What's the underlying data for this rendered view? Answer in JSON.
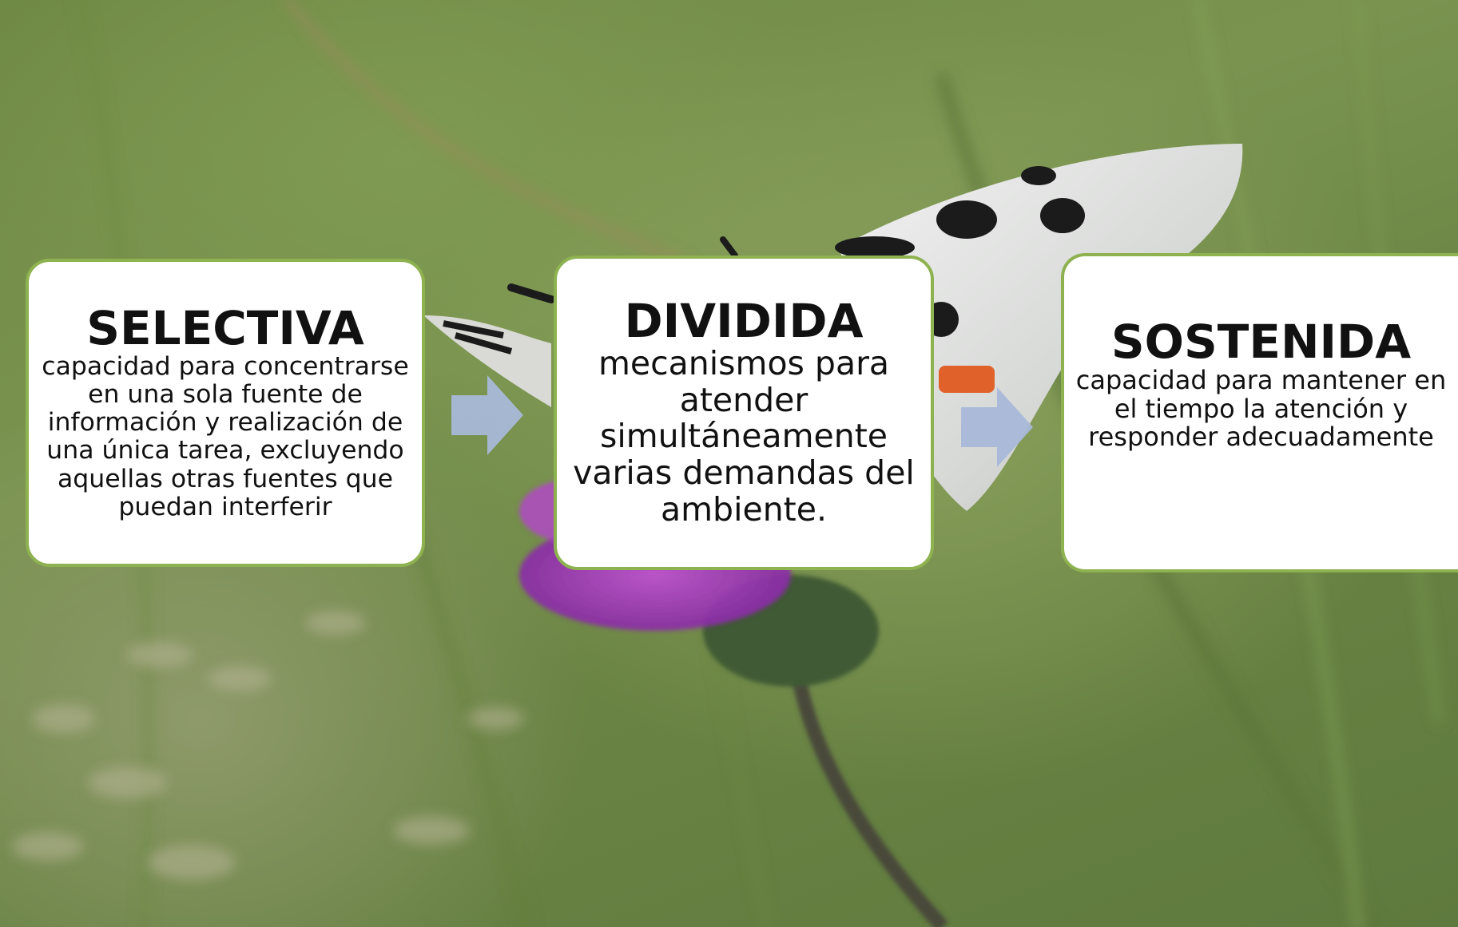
{
  "colors": {
    "card_border": "#8db24f",
    "card_fill": "#ffffff",
    "arrow": "#a8b8d8",
    "text": "#111111"
  },
  "steps": [
    {
      "title": "SELECTIVA",
      "description": "capacidad para concentrarse en una sola fuente de información y realización de una única tarea, excluyendo aquellas otras fuentes que puedan interferir"
    },
    {
      "title": "DIVIDIDA",
      "description": "mecanismos para atender simultáneamente varias demandas del ambiente."
    },
    {
      "title": "SOSTENIDA",
      "description": "capacidad para mantener en el tiempo la atención y responder adecuadamente"
    }
  ],
  "connectors": [
    "arrow-right-icon",
    "arrow-right-icon"
  ],
  "background": "photo of a white butterfly with black spots on a purple thistle flower over blurred green grass"
}
